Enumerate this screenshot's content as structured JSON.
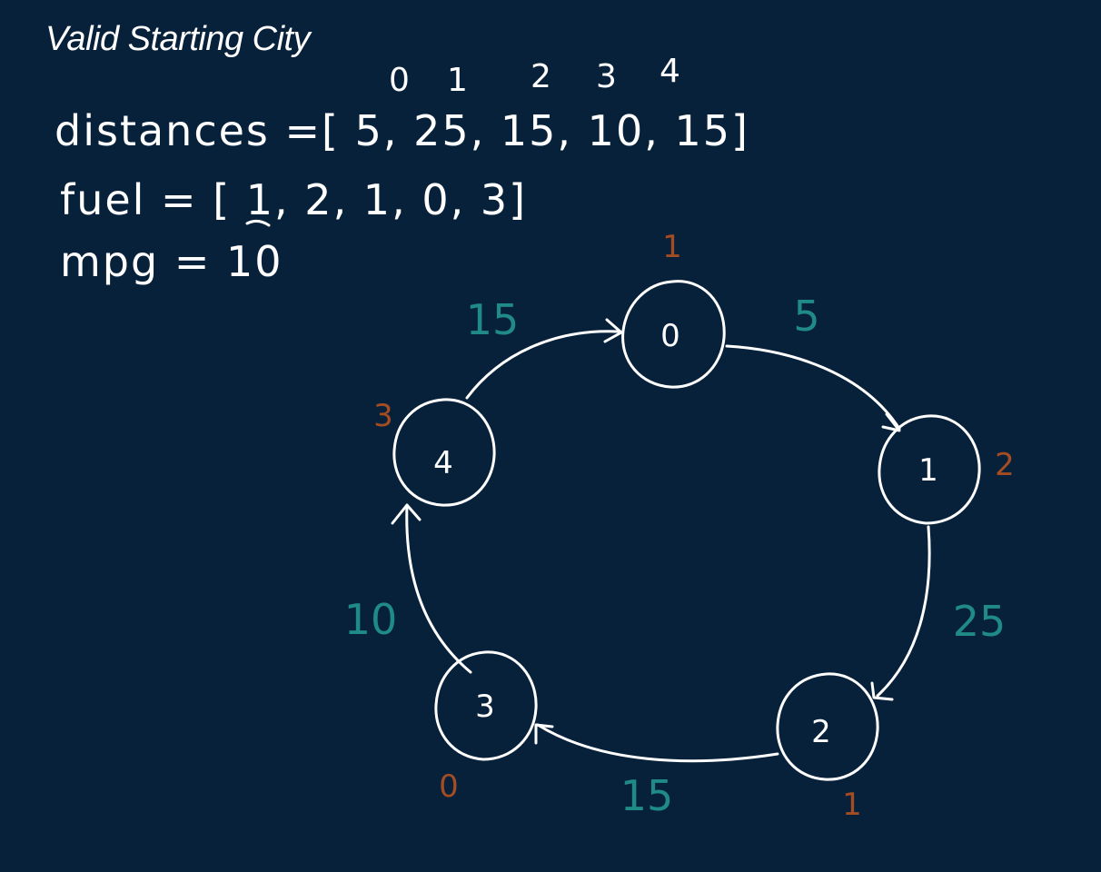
{
  "title": "Valid Starting City",
  "index_row": [
    "0",
    "1",
    "2",
    "3",
    "4"
  ],
  "distances_line": "distances =[ 5, 25, 15, 10, 15]",
  "fuel_line": "fuel = [ 1, 2, 1, 0, 3]",
  "mpg_line": "mpg = 10",
  "colors": {
    "background": "#07213b",
    "ink": "#ffffff",
    "distance": "#1f8a86",
    "fuel": "#a44d22"
  },
  "graph": {
    "nodes": [
      {
        "id": "0",
        "fuel": "1"
      },
      {
        "id": "1",
        "fuel": "2"
      },
      {
        "id": "2",
        "fuel": "1"
      },
      {
        "id": "3",
        "fuel": "0"
      },
      {
        "id": "4",
        "fuel": "3"
      }
    ],
    "edges": [
      {
        "from": "0",
        "to": "1",
        "distance": "5"
      },
      {
        "from": "1",
        "to": "2",
        "distance": "25"
      },
      {
        "from": "2",
        "to": "3",
        "distance": "15"
      },
      {
        "from": "3",
        "to": "4",
        "distance": "10"
      },
      {
        "from": "4",
        "to": "0",
        "distance": "15"
      }
    ]
  }
}
